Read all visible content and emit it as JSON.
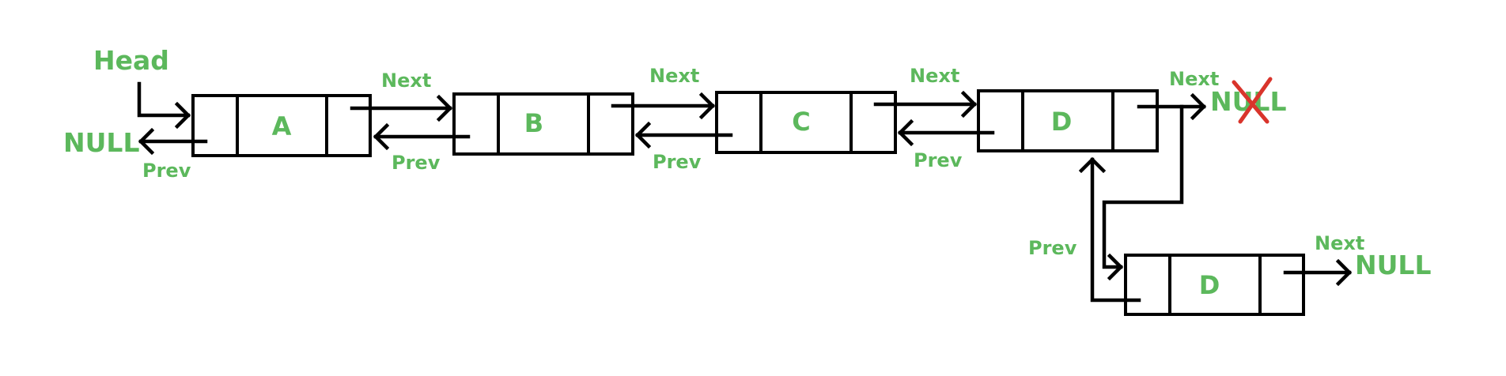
{
  "head_label": "Head",
  "nodes": [
    {
      "id": "a",
      "value": "A"
    },
    {
      "id": "b",
      "value": "B"
    },
    {
      "id": "c",
      "value": "C"
    },
    {
      "id": "d",
      "value": "D"
    },
    {
      "id": "d2",
      "value": "D"
    }
  ],
  "labels": {
    "next": "Next",
    "prev": "Prev",
    "null": "NULL"
  },
  "colors": {
    "text": "#5cb85c",
    "outline": "#000000",
    "cross": "#d9342b"
  }
}
